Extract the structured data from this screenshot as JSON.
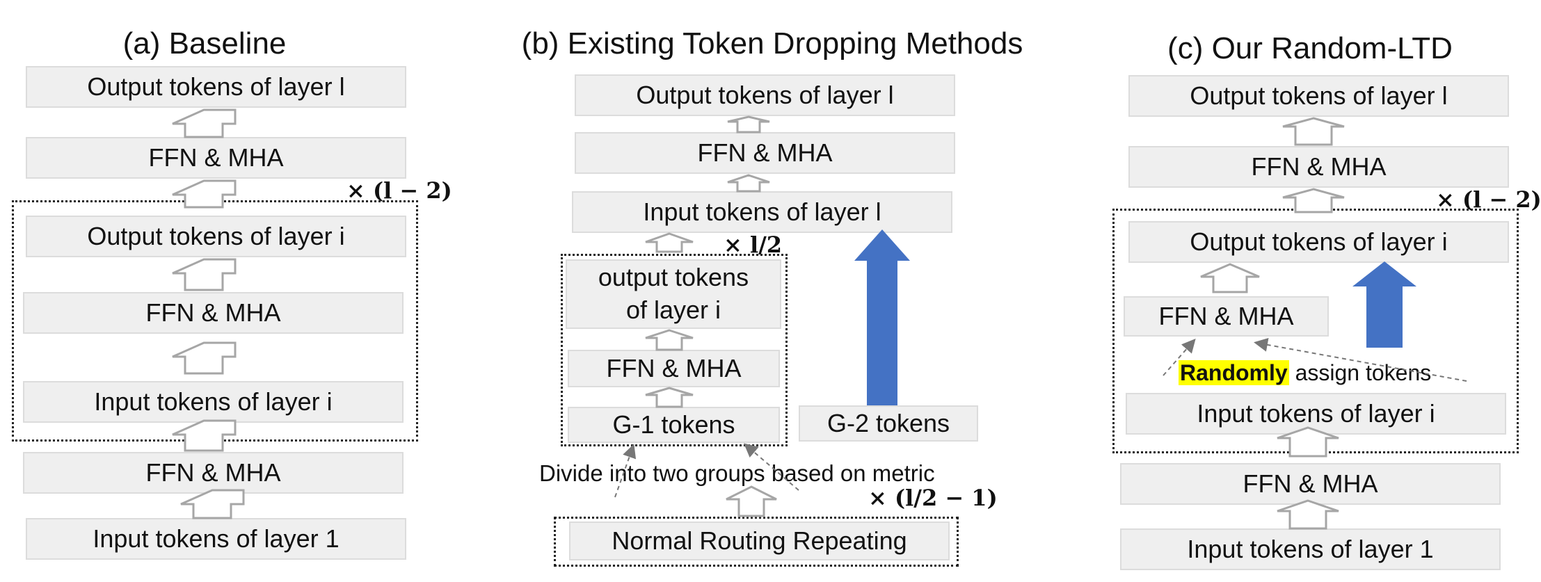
{
  "panel_a": {
    "title": "(a) Baseline",
    "multiplier": "× (l − 2)",
    "boxes": {
      "output_l": "Output tokens of layer l",
      "ffn_top": "FFN & MHA",
      "output_i": "Output tokens of layer i",
      "ffn_mid": "FFN & MHA",
      "input_i": "Input tokens of layer i",
      "ffn_bottom": "FFN & MHA",
      "input_1": "Input tokens of layer 1"
    }
  },
  "panel_b": {
    "title": "(b) Existing Token Dropping Methods",
    "multiplier_top": "× l/2",
    "multiplier_bottom": "× (l/2 − 1)",
    "divide_label": "Divide into two groups based on metric",
    "boxes": {
      "output_l": "Output tokens of layer l",
      "ffn_top": "FFN & MHA",
      "input_l": "Input tokens of layer l",
      "output_i_line1": "output tokens",
      "output_i_line2": "of layer i",
      "ffn_mid": "FFN & MHA",
      "g1": "G-1 tokens",
      "g2": "G-2 tokens",
      "normal": "Normal Routing Repeating"
    }
  },
  "panel_c": {
    "title": "(c) Our Random-LTD",
    "multiplier": "× (l − 2)",
    "randomly": "Randomly",
    "assign": " assign tokens",
    "boxes": {
      "output_l": "Output tokens of layer l",
      "ffn_top": "FFN & MHA",
      "output_i": "Output tokens of layer i",
      "ffn_mid": "FFN & MHA",
      "input_i": "Input tokens of layer i",
      "ffn_bottom": "FFN & MHA",
      "input_1": "Input tokens of layer 1"
    }
  },
  "colors": {
    "box_fill": "#efefef",
    "box_border": "#dcdcdc",
    "arrow_outline": "#a6a6a6",
    "blue_arrow": "#4472c4",
    "highlight": "#ffff00"
  }
}
